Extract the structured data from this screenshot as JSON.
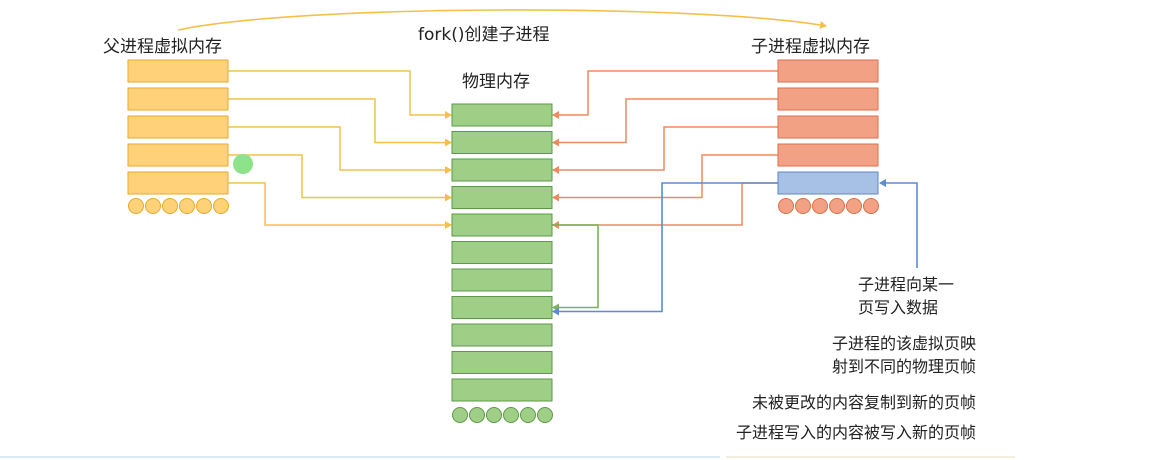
{
  "labels": {
    "parent": "父进程虚拟内存",
    "child": "子进程虚拟内存",
    "physical": "物理内存",
    "fork": "fork()创建子进程",
    "write_note_line1": "子进程向某一",
    "write_note_line2": "页写入数据"
  },
  "notes": [
    "子进程的该虚拟页映",
    "射到不同的物理页帧",
    "未被更改的内容复制到新的页帧",
    "子进程写入的内容被写入新的页帧"
  ],
  "colors": {
    "parent_fill": "#ffd27a",
    "parent_stroke": "#e8a92a",
    "parent_line": "#f5c04a",
    "child_fill": "#f3a184",
    "child_stroke": "#dc6f4a",
    "child_line": "#ef8a5e",
    "phys_fill": "#9fce86",
    "phys_stroke": "#5d9a47",
    "written_fill": "#a7c1e6",
    "written_stroke": "#5f86c4",
    "copy_line": "#79b25a",
    "write_line": "#5b8bd0",
    "dot_marker": "#8ee38a"
  },
  "counts": {
    "parent_pages": 5,
    "child_pages": 5,
    "physical_frames": 11,
    "ellipsis_dots": 6
  }
}
